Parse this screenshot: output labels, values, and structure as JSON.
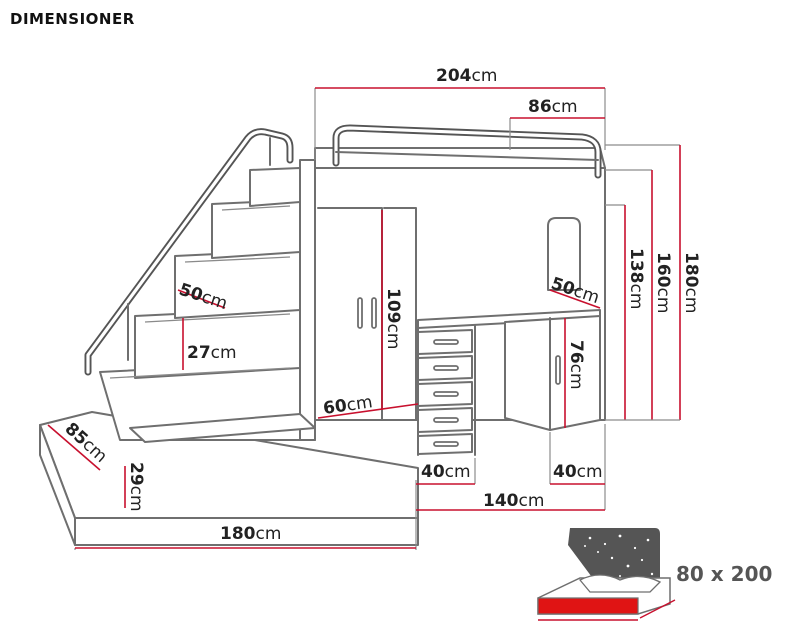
{
  "title": "DIMENSIONER",
  "dimensions": {
    "total_length": {
      "value": "204",
      "unit": "cm"
    },
    "bed_rail_opening": {
      "value": "86",
      "unit": "cm"
    },
    "total_height": {
      "value": "180",
      "unit": "cm"
    },
    "height_160": {
      "value": "160",
      "unit": "cm"
    },
    "height_138": {
      "value": "138",
      "unit": "cm"
    },
    "wardrobe_height": {
      "value": "109",
      "unit": "cm"
    },
    "desk_depth": {
      "value": "50",
      "unit": "cm"
    },
    "desk_height": {
      "value": "76",
      "unit": "cm"
    },
    "step_depth": {
      "value": "50",
      "unit": "cm"
    },
    "step_height": {
      "value": "27",
      "unit": "cm"
    },
    "wardrobe_width": {
      "value": "60",
      "unit": "cm"
    },
    "base_depth": {
      "value": "85",
      "unit": "cm"
    },
    "base_height": {
      "value": "29",
      "unit": "cm"
    },
    "base_length": {
      "value": "180",
      "unit": "cm"
    },
    "drawer_width": {
      "value": "40",
      "unit": "cm"
    },
    "cabinet_width": {
      "value": "40",
      "unit": "cm"
    },
    "desk_width": {
      "value": "140",
      "unit": "cm"
    }
  },
  "mattress_size": "80 x 200",
  "colors": {
    "dimension_line": "#c8102e",
    "furniture": "#6f6f6f",
    "text": "#222222"
  }
}
